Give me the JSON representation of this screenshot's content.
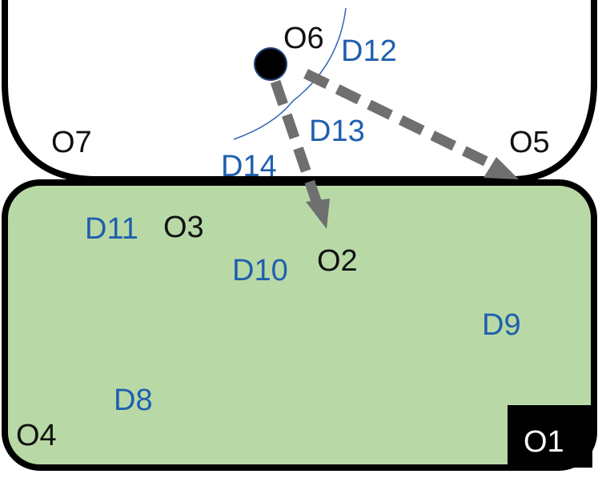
{
  "colors": {
    "green_region_fill": "#b8d9a6",
    "region_stroke": "#000000",
    "white_region_fill": "#ffffff",
    "arrow_color": "#6f6f6f",
    "blue_label": "#1f5fae",
    "black_label": "#111111",
    "thin_arc": "#2f66b3",
    "o1_box": "#000000"
  },
  "labels": {
    "o1": "O1",
    "o2": "O2",
    "o3": "O3",
    "o4": "O4",
    "o5": "O5",
    "o6": "O6",
    "o7": "O7",
    "d8": "D8",
    "d9": "D9",
    "d10": "D10",
    "d11": "D11",
    "d12": "D12",
    "d13": "D13",
    "d14": "D14"
  }
}
